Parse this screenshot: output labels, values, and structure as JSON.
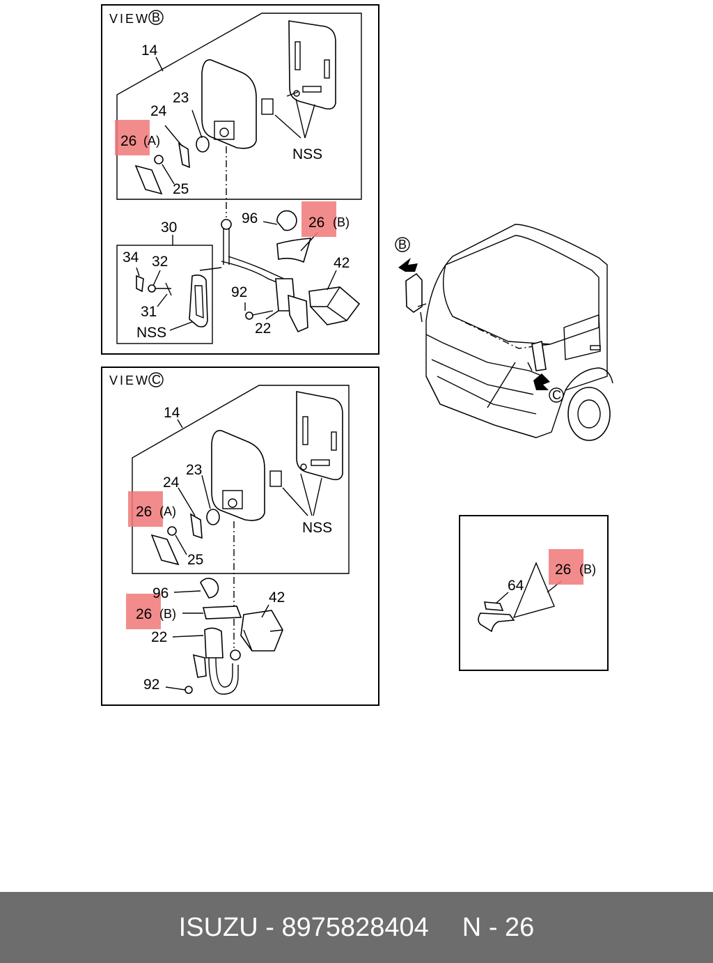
{
  "diagram": {
    "view_b": {
      "title": "VIEW",
      "title_marker": "B",
      "labels": {
        "p14": "14",
        "p23": "23",
        "p24": "24",
        "p26a_num": "26",
        "p26a_suffix": "(A)",
        "p25": "25",
        "nss_mirror": "NSS",
        "p96": "96",
        "p26b_num": "26",
        "p26b_suffix": "(B)",
        "p30": "30",
        "p34": "34",
        "p32": "32",
        "p31": "31",
        "nss_small": "NSS",
        "p42": "42",
        "p92": "92",
        "p22": "22"
      }
    },
    "view_c": {
      "title": "VIEW",
      "title_marker": "C",
      "labels": {
        "p14": "14",
        "p23": "23",
        "p24": "24",
        "p26a_num": "26",
        "p26a_suffix": "(A)",
        "p25": "25",
        "nss_mirror": "NSS",
        "p96": "96",
        "p26b_num": "26",
        "p26b_suffix": "(B)",
        "p42": "42",
        "p22": "22",
        "p92": "92"
      }
    },
    "truck": {
      "marker_b": "B",
      "marker_c": "C"
    },
    "detail": {
      "p64": "64",
      "p26b_num": "26",
      "p26b_suffix": "(B)"
    },
    "highlight_color": "#f07878"
  },
  "footer": {
    "brand": "ISUZU",
    "separator": "-",
    "part_number": "8975828404",
    "page_prefix": "N",
    "page_separator": "-",
    "page_number": "26",
    "background": "#6d6d6d"
  }
}
